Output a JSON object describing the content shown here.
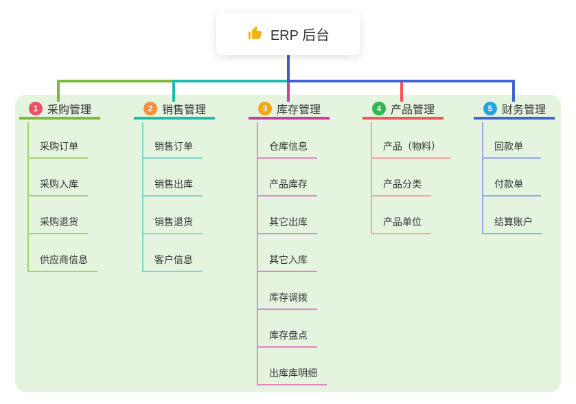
{
  "root": {
    "label": "ERP 后台",
    "icon": "thumbs-up"
  },
  "colors": {
    "canvas_bg": "#ffffff",
    "panel_bg": "#e4f4de",
    "root_connector": "#4a56cf",
    "text": "#333333",
    "thumb_icon": "#f0b513"
  },
  "branches": [
    {
      "number": "1",
      "label": "采购管理",
      "badge_color": "#ec5166",
      "line_color": "#7cb93e",
      "child_line_color": "#a6d178",
      "children": [
        "采购订单",
        "采购入库",
        "采购退货",
        "供应商信息"
      ]
    },
    {
      "number": "2",
      "label": "销售管理",
      "badge_color": "#f98e3d",
      "line_color": "#1bbcab",
      "child_line_color": "#7ed9cd",
      "children": [
        "销售订单",
        "销售出库",
        "销售退货",
        "客户信息"
      ]
    },
    {
      "number": "3",
      "label": "库存管理",
      "badge_color": "#f7a713",
      "line_color": "#ca3e9b",
      "child_line_color": "#e387c4",
      "children": [
        "仓库信息",
        "产品库存",
        "其它出库",
        "其它入库",
        "库存调拨",
        "库存盘点",
        "出库库明细"
      ]
    },
    {
      "number": "4",
      "label": "产品管理",
      "badge_color": "#2fb750",
      "line_color": "#f85457",
      "child_line_color": "#faa0a1",
      "children": [
        "产品（物料）",
        "产品分类",
        "产品单位"
      ]
    },
    {
      "number": "5",
      "label": "财务管理",
      "badge_color": "#29a3e0",
      "line_color": "#4463d3",
      "child_line_color": "#93a8e8",
      "children": [
        "回款单",
        "付款单",
        "结算账户"
      ]
    }
  ]
}
